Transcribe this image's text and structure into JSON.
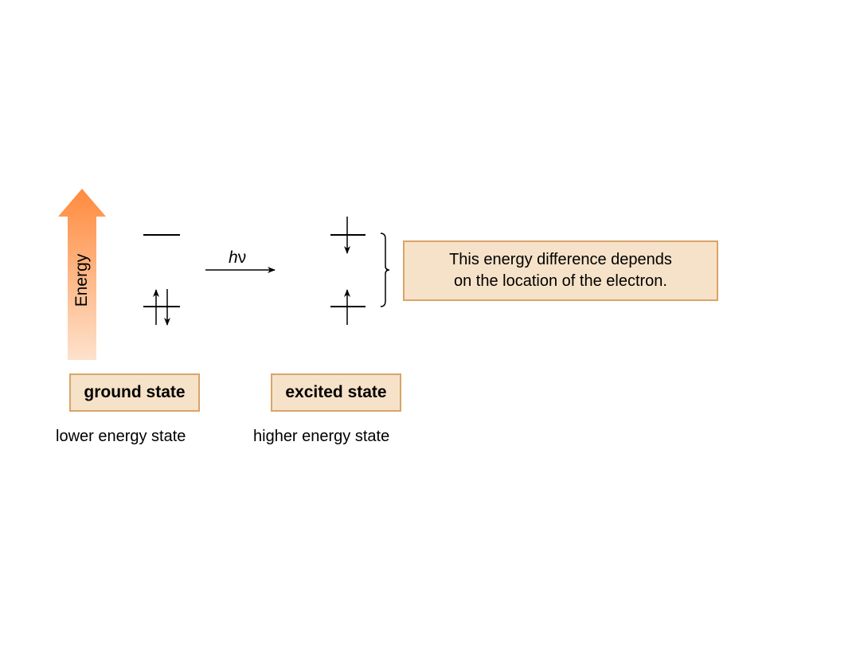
{
  "energy_axis": {
    "label": "Energy",
    "color_top": "#ff8a3d",
    "color_bottom": "#fde2cc"
  },
  "photon": {
    "label_h": "h",
    "label_nu": "ν"
  },
  "ground": {
    "title": "ground state",
    "caption": "lower energy state"
  },
  "excited": {
    "title": "excited state",
    "caption": "higher energy state"
  },
  "note": {
    "line1": "This energy difference depends",
    "line2": "on the location of the electron."
  },
  "colors": {
    "box_fill": "#f6e2c8",
    "box_border": "#d9a468"
  }
}
